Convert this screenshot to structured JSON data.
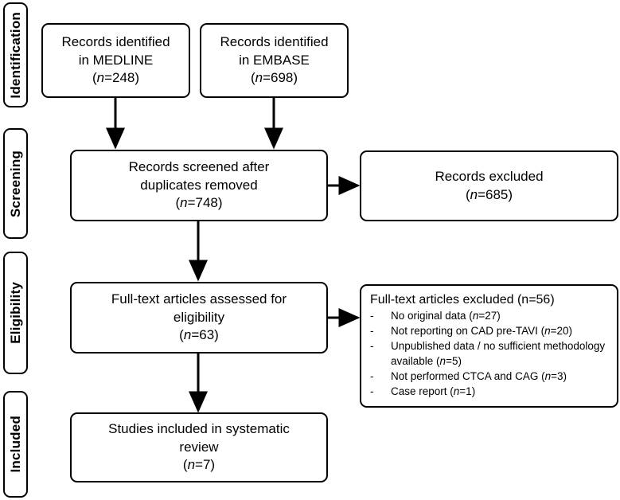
{
  "diagram": {
    "type": "prisma-flow-diagram",
    "colors": {
      "stroke": "#000000",
      "background": "#ffffff",
      "text": "#000000"
    },
    "stages": [
      {
        "id": "identification",
        "label": "Identification"
      },
      {
        "id": "screening",
        "label": "Screening"
      },
      {
        "id": "eligibility",
        "label": "Eligibility"
      },
      {
        "id": "included",
        "label": "Included"
      }
    ],
    "nodes": {
      "medline": {
        "lines": [
          "Records identified",
          "in MEDLINE"
        ],
        "count_label": "(n=248)",
        "count_prefix": "(",
        "count_italic": "n",
        "count_suffix": "=248)"
      },
      "embase": {
        "lines": [
          "Records identified",
          "in EMBASE"
        ],
        "count_prefix": "(",
        "count_italic": "n",
        "count_suffix": "=698)"
      },
      "screened": {
        "lines": [
          "Records screened after",
          "duplicates removed"
        ],
        "count_prefix": "(",
        "count_italic": "n",
        "count_suffix": "=748)"
      },
      "records_excluded": {
        "lines": [
          "Records excluded"
        ],
        "count_prefix": "(",
        "count_italic": "n",
        "count_suffix": "=685)"
      },
      "fulltext_assessed": {
        "lines": [
          "Full-text articles assessed for",
          "eligibility"
        ],
        "count_prefix": "(",
        "count_italic": "n",
        "count_suffix": "=63)"
      },
      "fulltext_excluded": {
        "heading": "Full-text articles excluded (n=56)",
        "bullet": "-",
        "items": [
          {
            "text": "No original data (",
            "italic": "n",
            "tail": "=27)"
          },
          {
            "text": "Not reporting on CAD pre-TAVI (",
            "italic": "n",
            "tail": "=20)"
          },
          {
            "text": "Unpublished data / no sufficient methodology available (",
            "italic": "n",
            "tail": "=5)"
          },
          {
            "text": "Not performed CTCA and CAG (",
            "italic": "n",
            "tail": "=3)"
          },
          {
            "text": "Case report (",
            "italic": "n",
            "tail": "=1)"
          }
        ]
      },
      "studies_included": {
        "lines": [
          "Studies included in systematic",
          "review"
        ],
        "count_prefix": "(",
        "count_italic": "n",
        "count_suffix": "=7)"
      }
    }
  }
}
